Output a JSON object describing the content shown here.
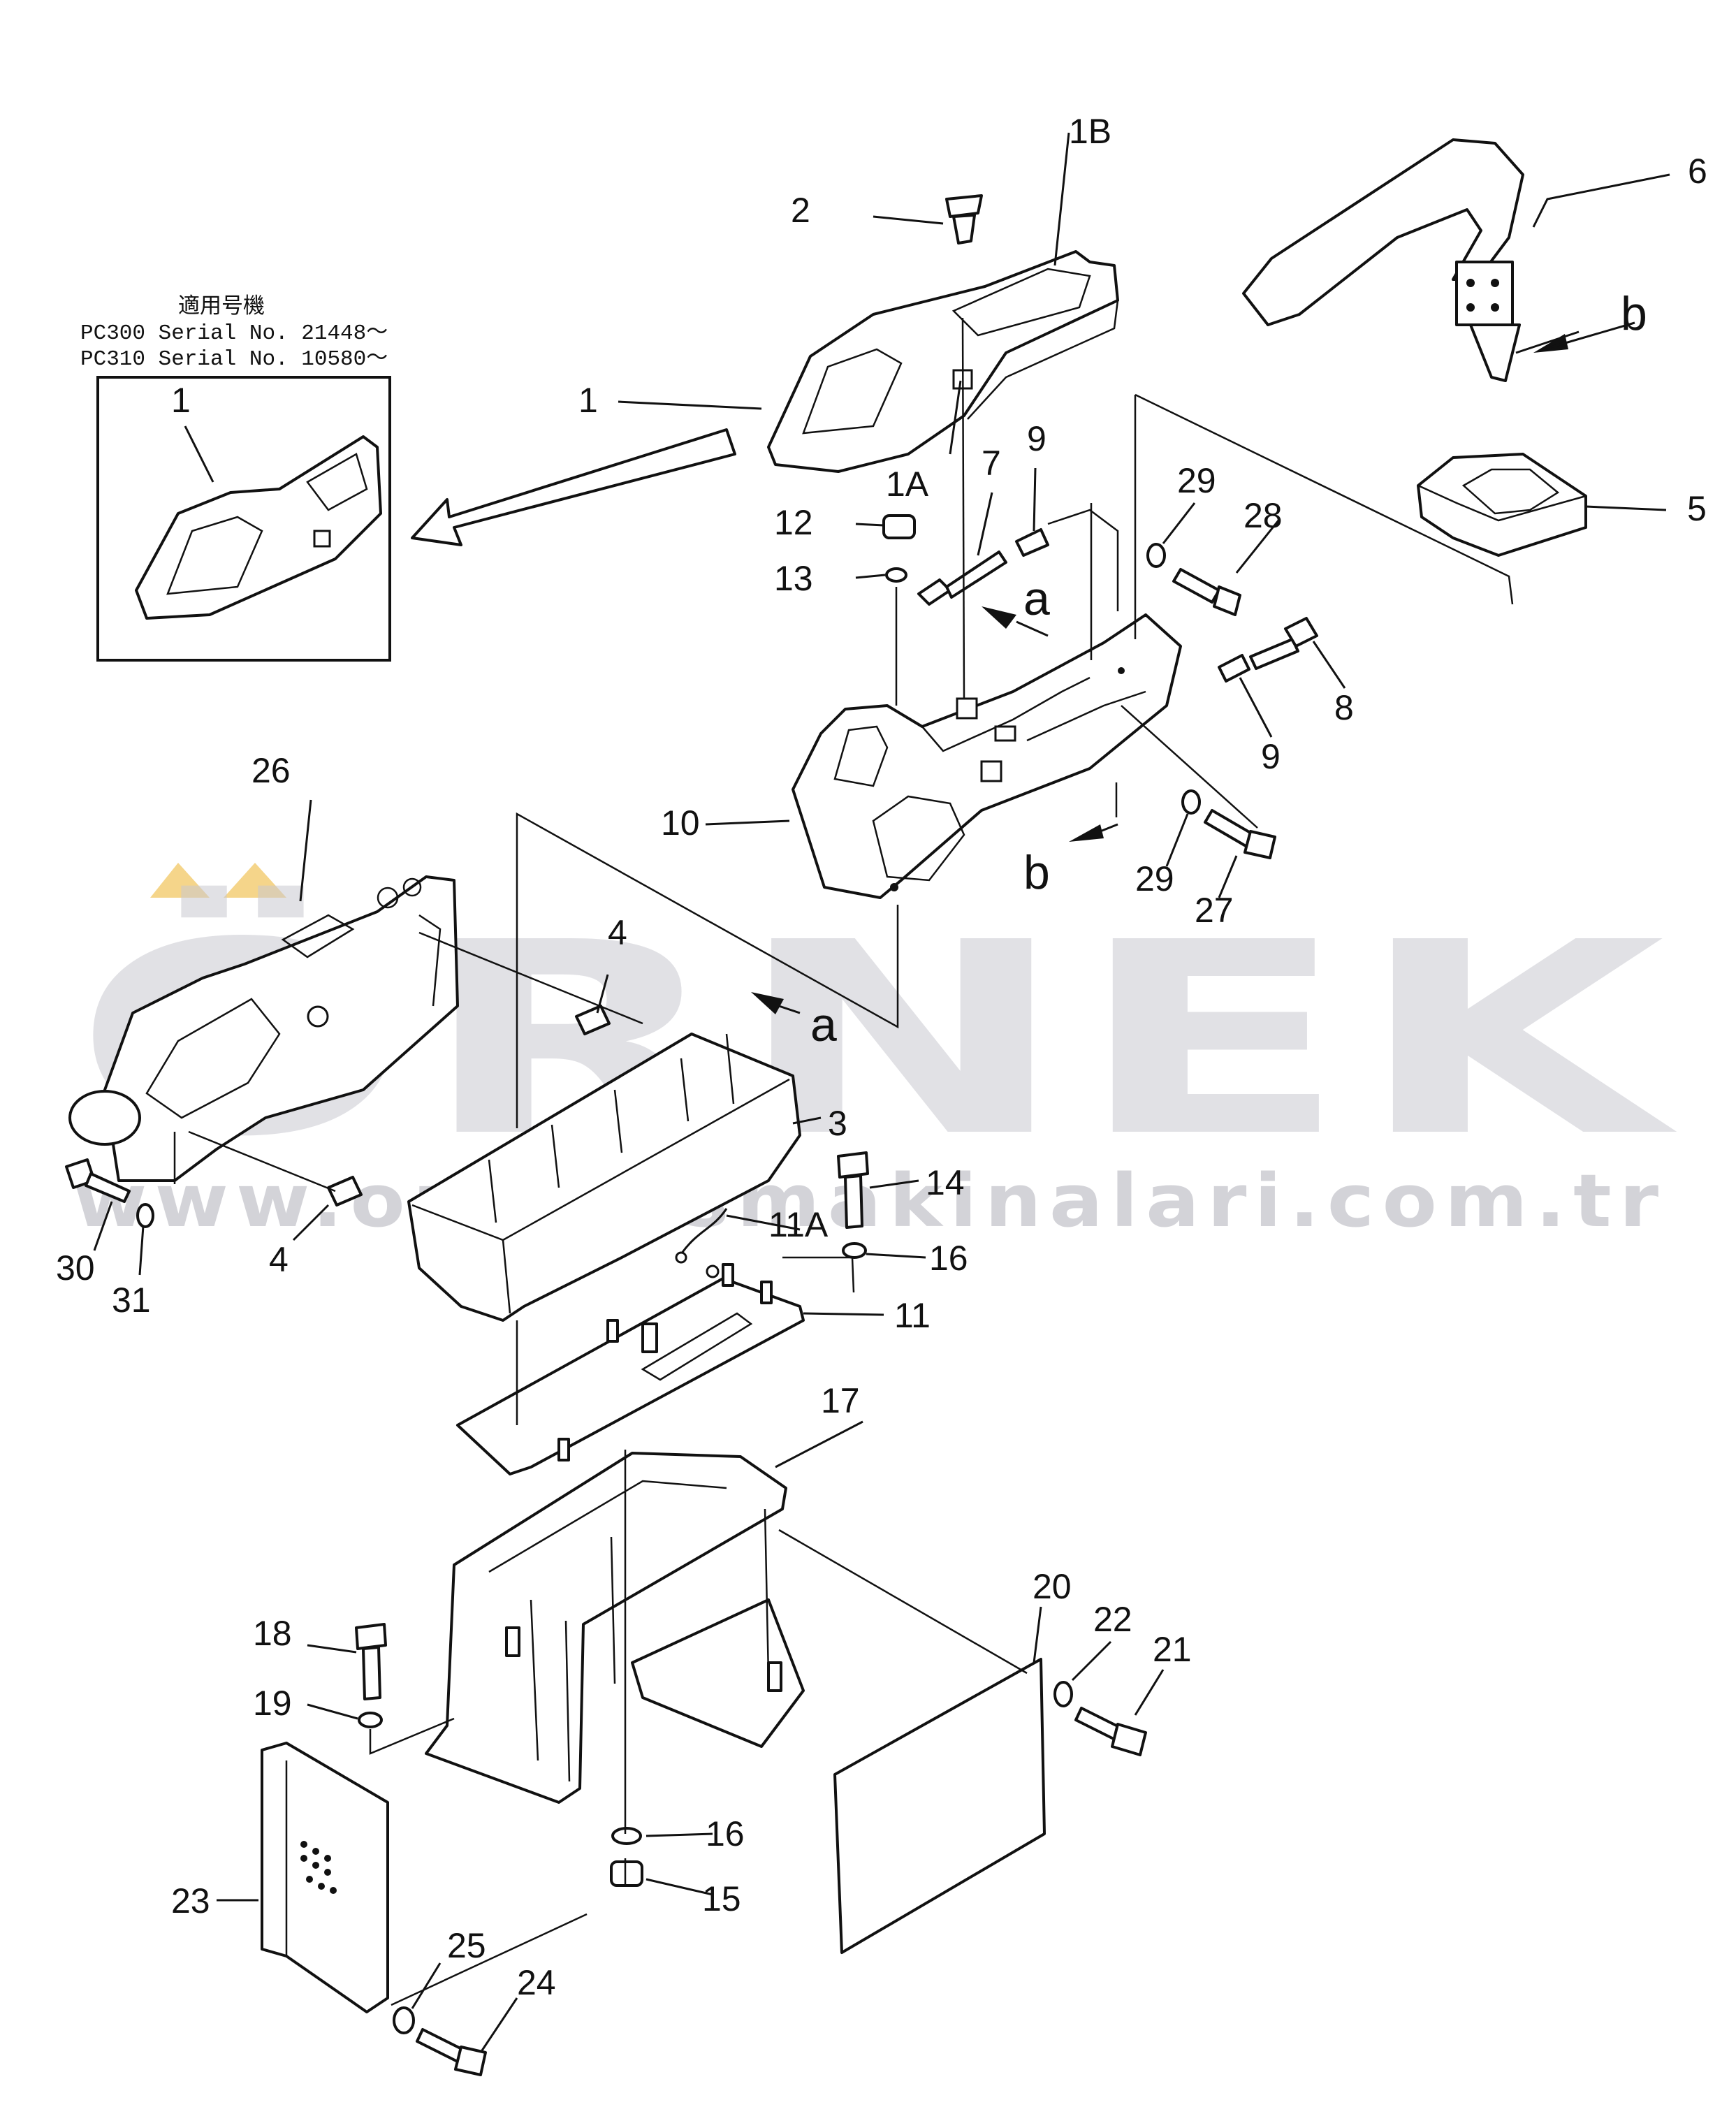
{
  "applicability_note": {
    "heading": "適用号機",
    "line1": "PC300  Serial  No.  21448～",
    "line2": "PC310  Serial  No.  10580～",
    "inset_part_label": "1"
  },
  "watermark": {
    "brand": "ÖRNEK",
    "url": "www.ornekismakinalari.com.tr",
    "accent_color": "#f5d58a"
  },
  "labels": {
    "p1B": "1B",
    "p2": "2",
    "p6": "6",
    "pb_top": "b",
    "p1": "1",
    "p1A": "1A",
    "p7": "7",
    "p9a": "9",
    "p12": "12",
    "p13": "13",
    "p29a": "29",
    "p28": "28",
    "p5": "5",
    "pa1": "a",
    "p8": "8",
    "p9b": "9",
    "p10": "10",
    "p29b": "29",
    "pb_mid": "b",
    "p27": "27",
    "p26": "26",
    "p4a": "4",
    "pa2": "a",
    "p3": "3",
    "p14": "14",
    "p11A": "11A",
    "p16a": "16",
    "p11": "11",
    "p30": "30",
    "p31": "31",
    "p4b": "4",
    "p17": "17",
    "p20": "20",
    "p22": "22",
    "p21": "21",
    "p18": "18",
    "p19": "19",
    "p16b": "16",
    "p15": "15",
    "p23": "23",
    "p25": "25",
    "p24": "24"
  }
}
